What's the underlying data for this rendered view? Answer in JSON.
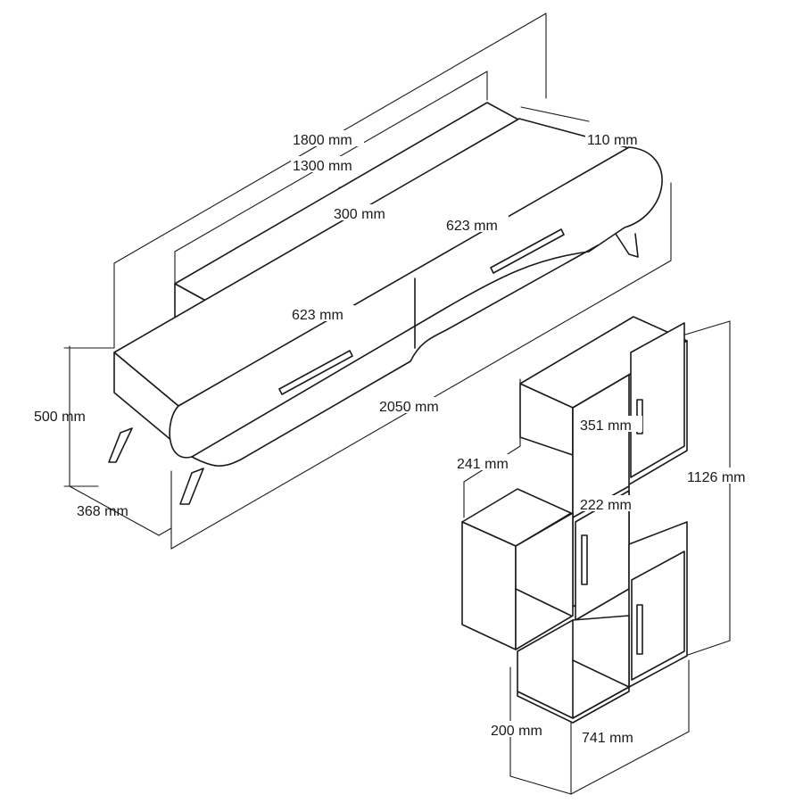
{
  "diagram": {
    "tv_unit": {
      "dimensions": {
        "total_height": "1800 mm",
        "shelf_width": "1300 mm",
        "depth_top": "110 mm",
        "cubby_width": "300 mm",
        "drawer_right": "623 mm",
        "drawer_left": "623 mm",
        "total_width": "2050 mm",
        "height": "500 mm",
        "depth": "368 mm"
      }
    },
    "bookcase": {
      "dimensions": {
        "upper_depth": "351 mm",
        "side_width": "241 mm",
        "inner_depth": "222 mm",
        "height": "1126 mm",
        "bottom_depth": "200 mm",
        "width": "741 mm"
      }
    }
  }
}
